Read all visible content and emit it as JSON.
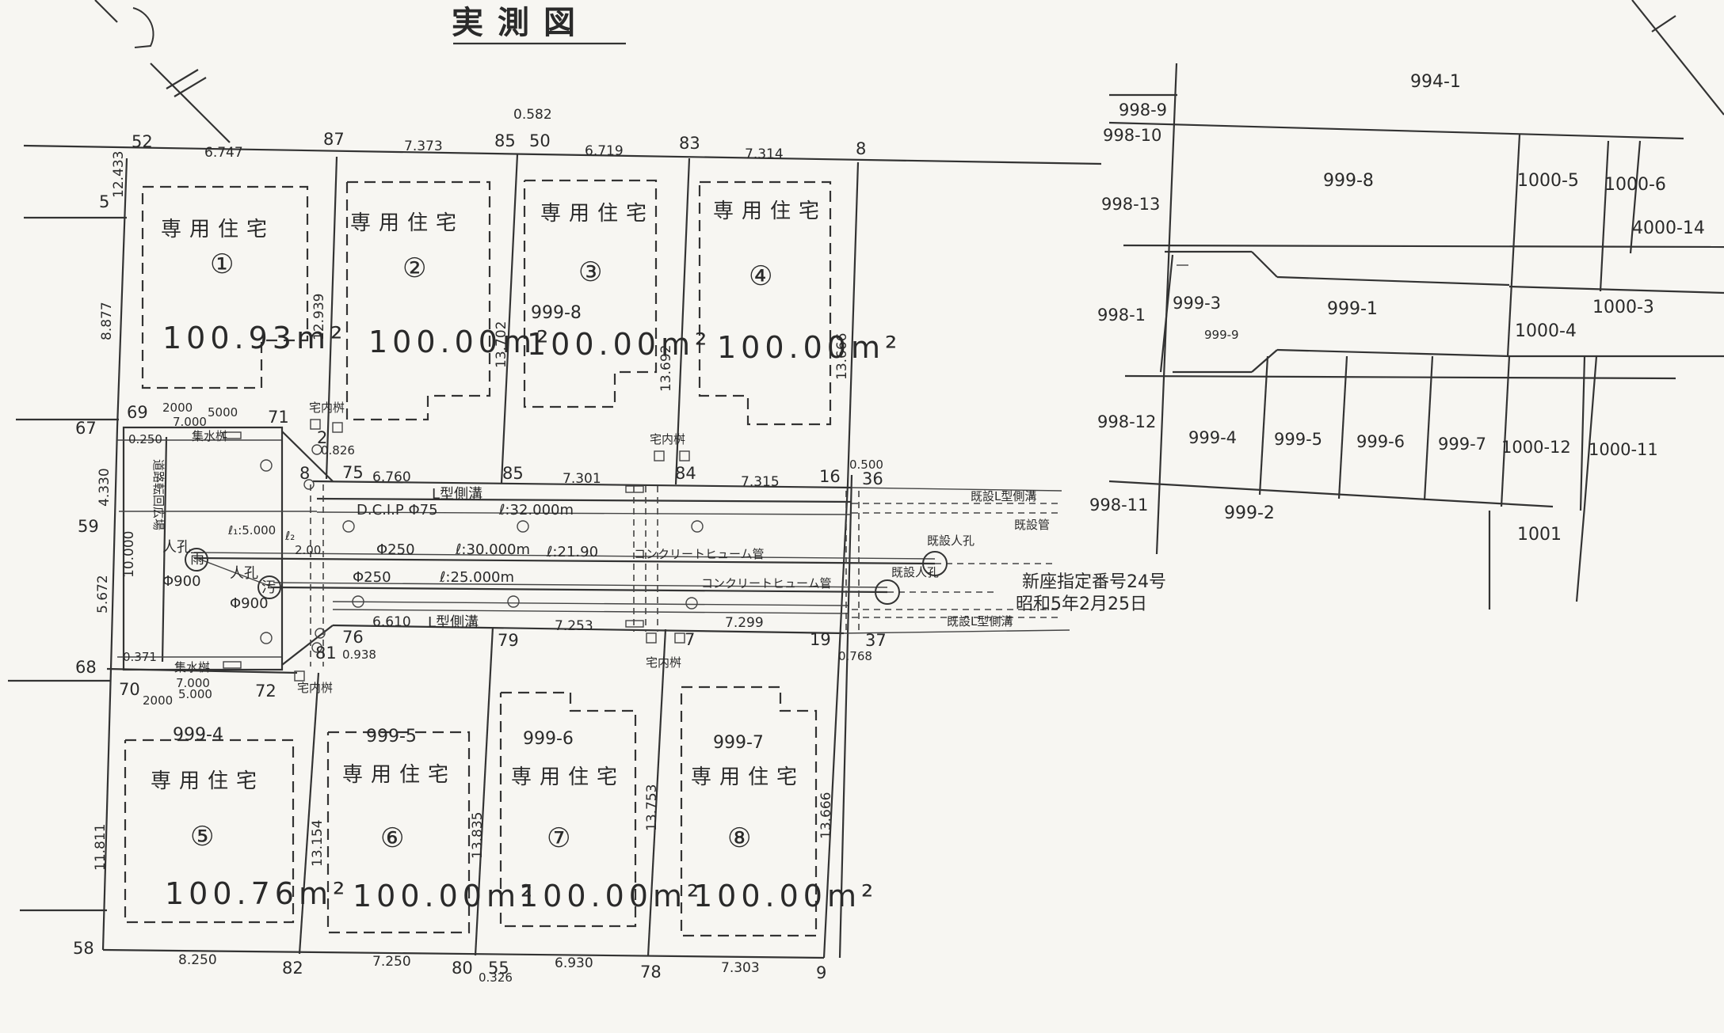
{
  "title": "実測図",
  "houses": [
    {
      "label": "専用住宅",
      "number": "①",
      "area": "100.93m²"
    },
    {
      "label": "専用住宅",
      "number": "②",
      "area": "100.00m²"
    },
    {
      "label": "専用住宅",
      "number": "③",
      "lot": "999-8",
      "area": "100.00m²"
    },
    {
      "label": "専用住宅",
      "number": "④",
      "area": "100.00m²"
    },
    {
      "label": "専用住宅",
      "number": "⑤",
      "lot": "999-4",
      "area": "100.76m²"
    },
    {
      "label": "専用住宅",
      "number": "⑥",
      "lot": "999-5",
      "area": "100.00m²"
    },
    {
      "label": "専用住宅",
      "number": "⑦",
      "lot": "999-6",
      "area": "100.00m²"
    },
    {
      "label": "専用住宅",
      "number": "⑧",
      "lot": "999-7",
      "area": "100.00m²"
    }
  ],
  "points": [
    "52",
    "87",
    "85",
    "50",
    "83",
    "8",
    "67",
    "69",
    "71",
    "75",
    "85",
    "84",
    "16",
    "36",
    "59",
    "68",
    "70",
    "72",
    "76",
    "79",
    "7",
    "19",
    "37",
    "81",
    "58",
    "82",
    "80",
    "55",
    "78",
    "9",
    "5",
    "2",
    "8"
  ],
  "dims": {
    "top": [
      "6.747",
      "7.373",
      "6.719",
      "7.314",
      "0.582"
    ],
    "right_lots": [
      "12.939",
      "13.702",
      "13.692",
      "13.666"
    ],
    "left": [
      "12.433",
      "8.877",
      "4.330",
      "10.000",
      "5.672",
      "11.811"
    ],
    "road_top": [
      "6.760",
      "7.301",
      "7.315",
      "0.500"
    ],
    "road_bottom": [
      "6.610",
      "7.253",
      "7.299",
      "0.768",
      "0.938"
    ],
    "bottom_lots": [
      "13.154",
      "13.835",
      "13.753",
      "13.666"
    ],
    "bottom": [
      "8.250",
      "7.250",
      "6.930",
      "7.303",
      "0.326"
    ],
    "misc": [
      "0.250",
      "0.371",
      "0.826",
      "2000",
      "5000",
      "7.000",
      "2000",
      "5.000",
      "7.000",
      "2.00"
    ]
  },
  "notes": {
    "road_gutter_top": "L型側溝",
    "road_gutter_bottom": "L型側溝",
    "dcip": "D.C.I.P Φ75",
    "dcip_len": "ℓ:32.000m",
    "pipe1": "Φ250",
    "pipe1_len": "ℓ:30.000m",
    "pipe1_extra": "ℓ:21.90",
    "pipe2": "Φ250",
    "pipe2_len": "ℓ:25.000m",
    "concrete1": "コンクリートヒューム管",
    "concrete2": "コンクリートヒューム管",
    "manhole1": "人孔",
    "manhole1_size": "Φ900",
    "manhole2": "人孔",
    "manhole2_size": "Φ900",
    "existing_manhole1": "既設人孔",
    "existing_manhole2": "既設人孔",
    "existing_gutter_top": "既設L型側溝",
    "existing_pipe": "既設管",
    "existing_gutter_bottom": "既設L型側溝",
    "designation": "新座指定番号24号",
    "date": "昭和5年2月25日",
    "catch_top": "集水桝",
    "catch_bottom": "集水桝",
    "turn_space": "道路転回広場",
    "indoor1": "宅内桝",
    "indoor2": "宅内桝",
    "indoor3": "宅内桝",
    "indoor4": "宅内桝",
    "sewer": "汚",
    "drain": "雨",
    "l1": "ℓ₁:5.000",
    "l2": "ℓ₂"
  },
  "lots_right": [
    "994-1",
    "998-9",
    "998-10",
    "999-8",
    "1000-5",
    "1000-6",
    "998-13",
    "4000-14",
    "999-3",
    "999-1",
    "1000-3",
    "998-1",
    "999-9",
    "1000-4",
    "998-12",
    "999-4",
    "999-5",
    "999-6",
    "999-7",
    "1000-12",
    "1000-11",
    "998-11",
    "999-2",
    "1001"
  ]
}
